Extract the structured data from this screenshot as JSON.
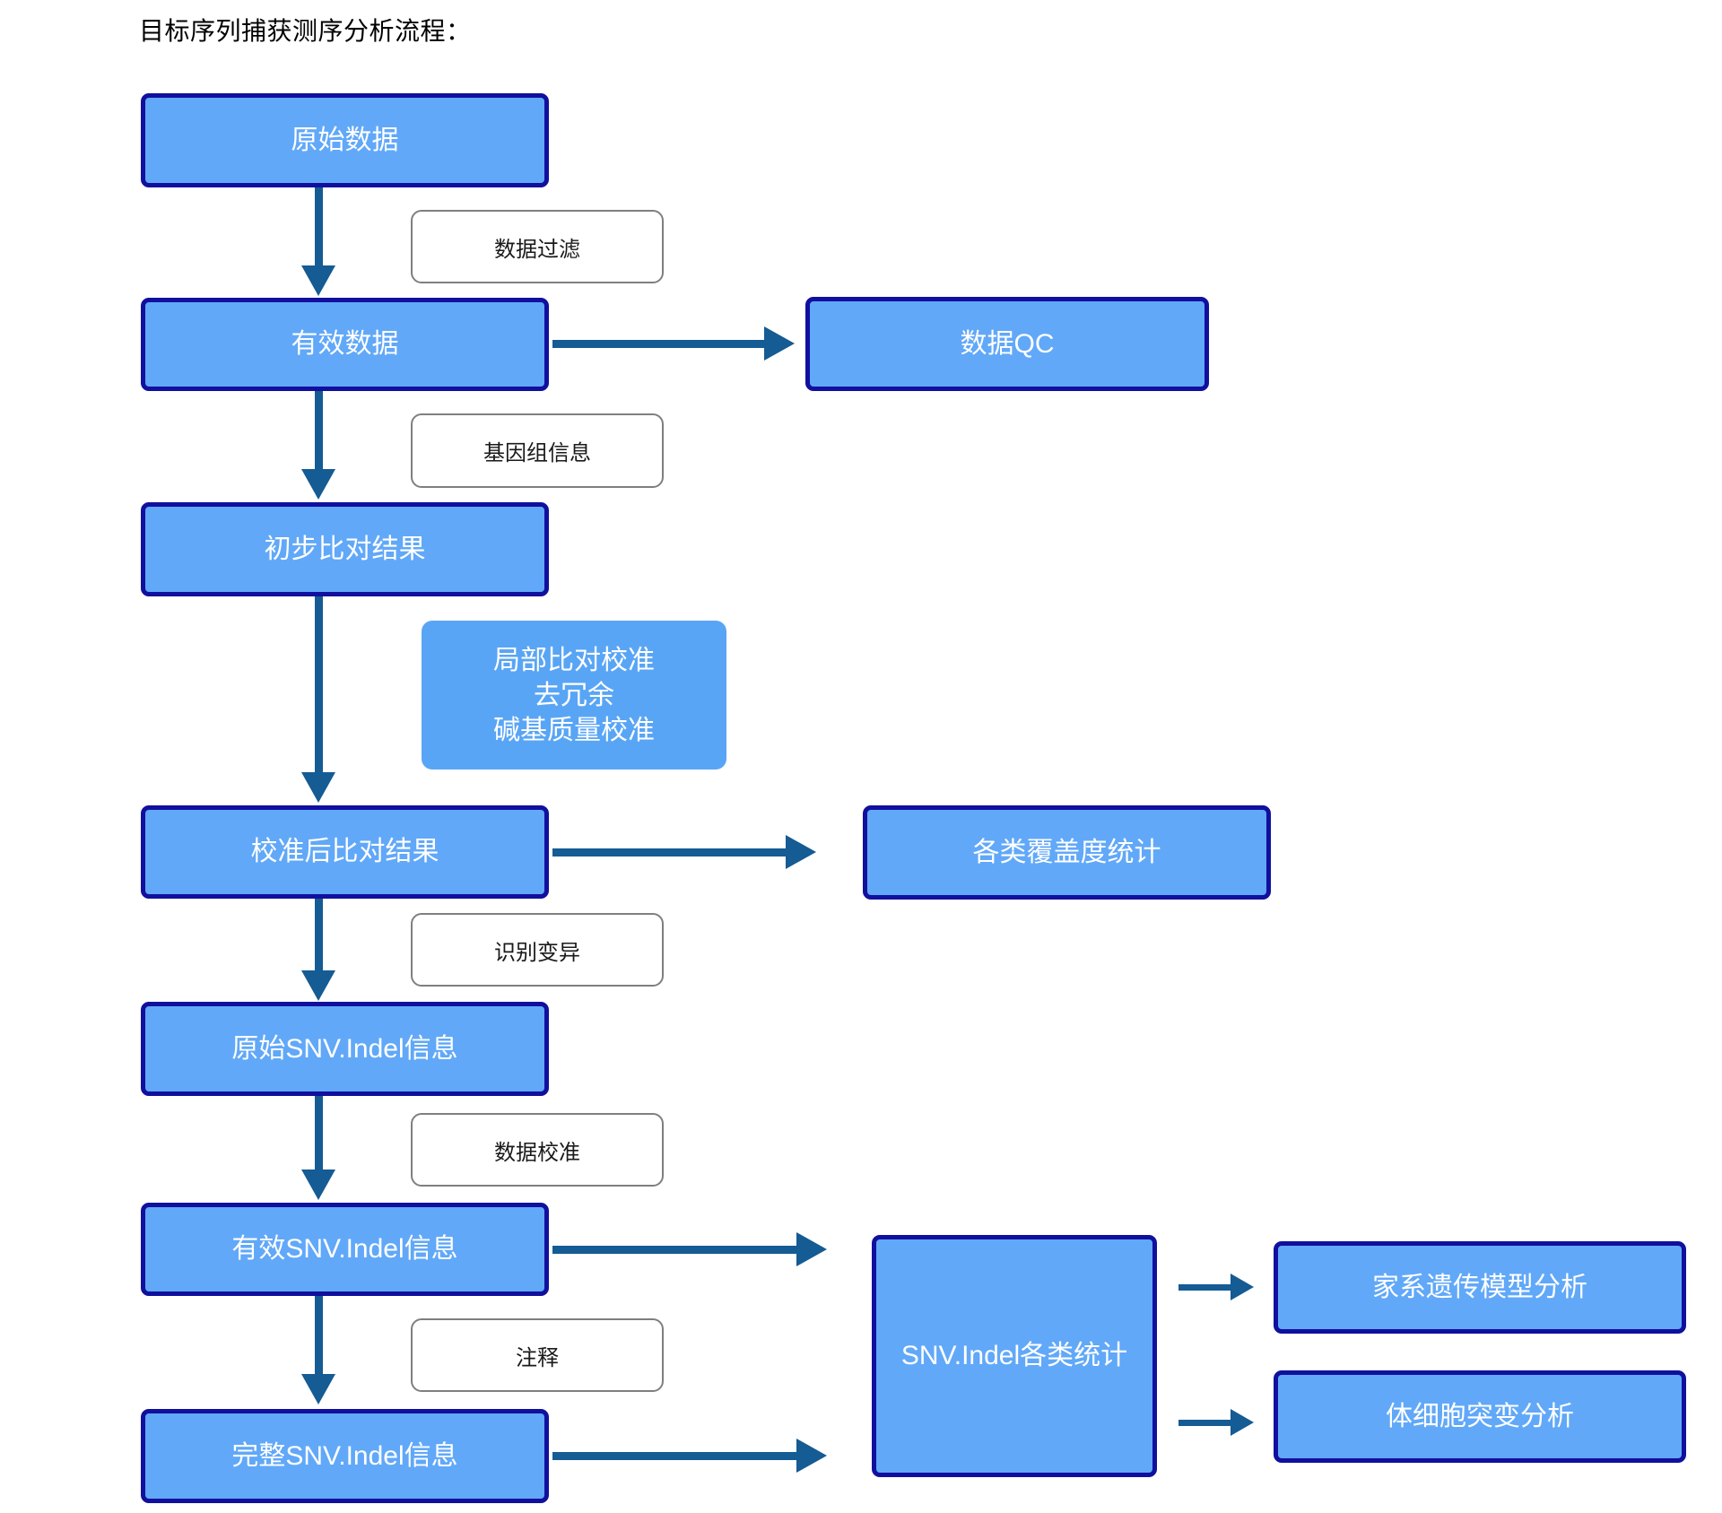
{
  "page": {
    "title": "目标序列捕获测序分析流程：",
    "background": "#ffffff"
  },
  "colors": {
    "node_fill": "#61A8F8",
    "node_border": "#11109E",
    "node_text": "#ffffff",
    "chip_fill": "#ffffff",
    "chip_border": "#7F7F7F",
    "chip_text": "#1A1A1A",
    "connector": "#155B94"
  },
  "flow": {
    "main_nodes": [
      {
        "id": "raw-data",
        "label": "原始数据"
      },
      {
        "id": "clean-data",
        "label": "有效数据"
      },
      {
        "id": "initial-alignment",
        "label": "初步比对结果"
      },
      {
        "id": "recalibrated-alignment",
        "label": "校准后比对结果"
      },
      {
        "id": "raw-snv-indel",
        "label": "原始SNV.Indel信息"
      },
      {
        "id": "valid-snv-indel",
        "label": "有效SNV.Indel信息"
      },
      {
        "id": "full-snv-indel",
        "label": "完整SNV.Indel信息"
      }
    ],
    "step_labels": [
      {
        "id": "data-filter",
        "label": "数据过滤"
      },
      {
        "id": "genome-info",
        "label": "基因组信息"
      },
      {
        "id": "call-variants",
        "label": "识别变异"
      },
      {
        "id": "data-recalibration",
        "label": "数据校准"
      },
      {
        "id": "annotation",
        "label": "注释"
      }
    ],
    "note_box": {
      "id": "realign-dedup-bqsr",
      "lines": [
        "局部比对校准",
        "去冗余",
        "碱基质量校准"
      ]
    },
    "branch_nodes": [
      {
        "id": "data-qc",
        "label": "数据QC"
      },
      {
        "id": "coverage-stats",
        "label": "各类覆盖度统计"
      },
      {
        "id": "snv-indel-stats",
        "label": "SNV.Indel各类统计"
      },
      {
        "id": "pedigree-model-analysis",
        "label": "家系遗传模型分析"
      },
      {
        "id": "somatic-mutation-analysis",
        "label": "体细胞突变分析"
      }
    ],
    "connectors": [
      {
        "id": "raw-to-clean",
        "from": "raw-data",
        "to": "clean-data",
        "direction": "down"
      },
      {
        "id": "clean-to-qc",
        "from": "clean-data",
        "to": "data-qc",
        "direction": "right"
      },
      {
        "id": "clean-to-initial",
        "from": "clean-data",
        "to": "initial-alignment",
        "direction": "down"
      },
      {
        "id": "initial-to-recal",
        "from": "initial-alignment",
        "to": "recalibrated-alignment",
        "direction": "down"
      },
      {
        "id": "recal-to-coverage",
        "from": "recalibrated-alignment",
        "to": "coverage-stats",
        "direction": "right"
      },
      {
        "id": "recal-to-raw-snv",
        "from": "recalibrated-alignment",
        "to": "raw-snv-indel",
        "direction": "down"
      },
      {
        "id": "raw-snv-to-valid-snv",
        "from": "raw-snv-indel",
        "to": "valid-snv-indel",
        "direction": "down"
      },
      {
        "id": "valid-snv-to-stats",
        "from": "valid-snv-indel",
        "to": "snv-indel-stats",
        "direction": "right"
      },
      {
        "id": "valid-snv-to-full-snv",
        "from": "valid-snv-indel",
        "to": "full-snv-indel",
        "direction": "down"
      },
      {
        "id": "full-snv-to-stats",
        "from": "full-snv-indel",
        "to": "snv-indel-stats",
        "direction": "right"
      },
      {
        "id": "stats-to-pedigree",
        "from": "snv-indel-stats",
        "to": "pedigree-model-analysis",
        "direction": "right"
      },
      {
        "id": "stats-to-somatic",
        "from": "snv-indel-stats",
        "to": "somatic-mutation-analysis",
        "direction": "right"
      }
    ]
  }
}
